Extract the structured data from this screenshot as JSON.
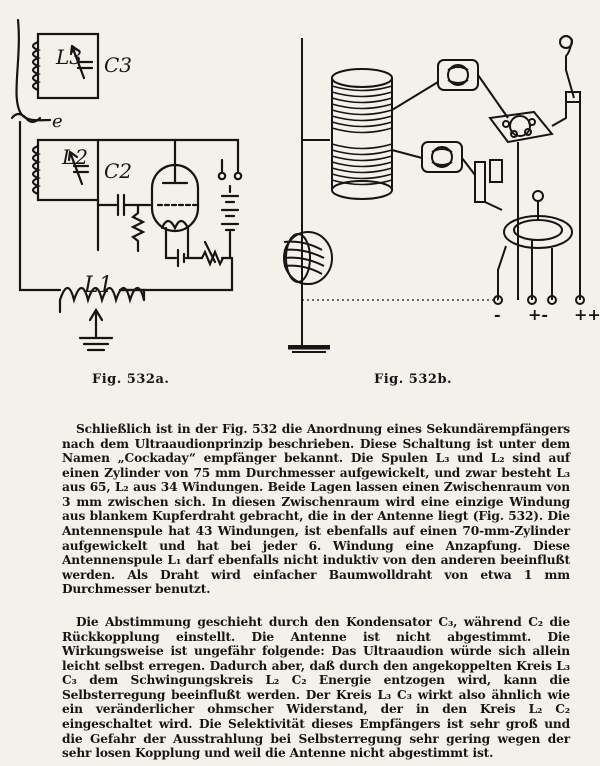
{
  "figures": {
    "a": {
      "caption": "Fig. 532a.",
      "labels": {
        "l3": "L3",
        "c3": "C3",
        "e": "e",
        "l2": "L2",
        "c2": "C2",
        "l1": "L1"
      }
    },
    "b": {
      "caption": "Fig. 532b.",
      "terminal_labels": {
        "t1": "-",
        "t2": "+-",
        "t3": "++"
      }
    }
  },
  "text": {
    "paragraph_1": "Schließlich ist in der Fig. 532 die Anordnung eines Sekundärempfängers nach dem Ultraaudionprinzip beschrieben. Diese Schaltung ist unter dem Namen „Cockaday“ empfänger bekannt. Die Spulen L₃ und L₂ sind auf einen Zylinder von 75 mm Durchmesser aufgewickelt, und zwar besteht L₃ aus 65, L₂ aus 34 Windungen. Beide Lagen lassen einen Zwischenraum von 3 mm zwischen sich. In diesen Zwischenraum wird eine einzige Windung aus blankem Kupferdraht gebracht, die in der Antenne liegt (Fig. 532). Die Antennenspule hat 43 Windungen, ist ebenfalls auf einen 70-mm-Zylinder aufgewickelt und hat bei jeder 6. Windung eine Anzapfung. Diese Antennenspule L₁ darf ebenfalls nicht induktiv von den anderen beeinflußt werden. Als Draht wird einfacher Baumwolldraht von etwa 1 mm Durchmesser benutzt.",
    "paragraph_2": "Die Abstimmung geschieht durch den Kondensator C₃, während C₂ die Rückkopplung einstellt. Die Antenne ist nicht abgestimmt. Die Wirkungsweise ist ungefähr folgende: Das Ultraaudion würde sich allein leicht selbst erregen. Dadurch aber, daß durch den angekoppelten Kreis L₃ C₃ dem Schwingungskreis L₂ C₂ Energie entzogen wird, kann die Selbsterregung beeinflußt werden. Der Kreis L₃ C₃ wirkt also ähnlich wie ein veränderlicher ohmscher Widerstand, der in den Kreis L₂ C₂ eingeschaltet wird. Die Selektivität dieses Empfängers ist sehr groß und die Gefahr der Ausstrahlung bei Selbsterregung sehr gering wegen der sehr losen Kopplung und weil die Antenne nicht abgestimmt ist."
  }
}
